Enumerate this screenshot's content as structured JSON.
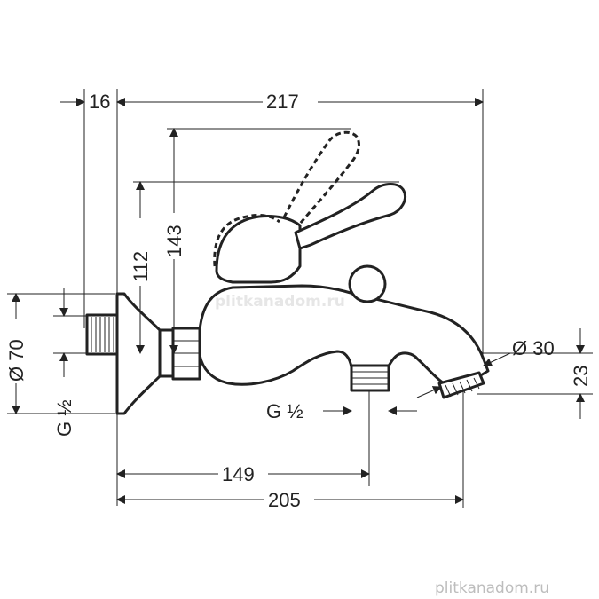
{
  "dimensions": {
    "d16": "16",
    "d217": "217",
    "d112": "112",
    "d143": "143",
    "d70": "Ø 70",
    "g_left": "G ½",
    "g_mid": "G ½",
    "d30": "Ø 30",
    "d23": "23",
    "d149": "149",
    "d205": "205"
  },
  "watermarks": {
    "center": "plitkanadom.ru",
    "corner": "plitkanadom.ru"
  }
}
